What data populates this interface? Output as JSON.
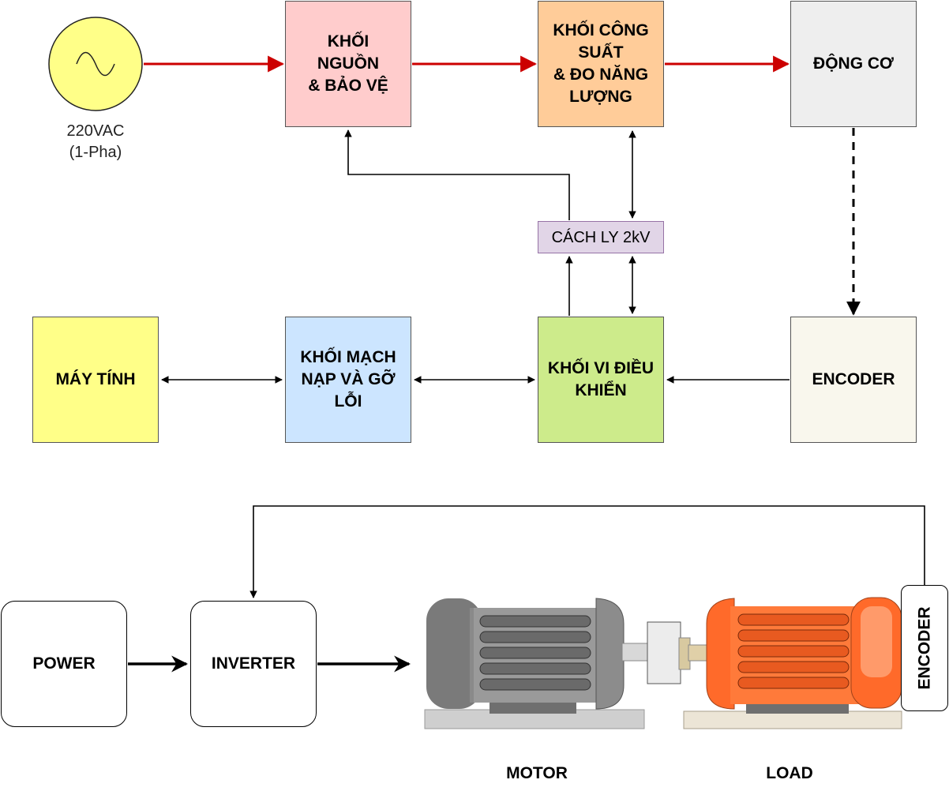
{
  "source": {
    "label": "220VAC\n(1-Pha)",
    "fill": "#ffff88",
    "icon": "ac-sine-icon"
  },
  "blocks": {
    "power_protect": {
      "label": "KHỐI\nNGUỒN\n& BẢO VỆ",
      "fill": "#ffcccc"
    },
    "power_measure": {
      "label": "KHỐI CÔNG\nSUẤT\n& ĐO NĂNG\nLƯỢNG",
      "fill": "#ffcc99"
    },
    "motor": {
      "label": "ĐỘNG CƠ",
      "fill": "#eeeeee"
    },
    "isolation": {
      "label": "CÁCH LY 2kV",
      "fill": "#e1d5e7",
      "border": "#9673a6"
    },
    "computer": {
      "label": "MÁY TÍNH",
      "fill": "#ffff88"
    },
    "programmer": {
      "label": "KHỐI MẠCH\nNẠP VÀ GỠ\nLỖI",
      "fill": "#cce5ff"
    },
    "mcu": {
      "label": "KHỐI VI ĐIỀU\nKHIỂN",
      "fill": "#cdeb8b"
    },
    "encoder": {
      "label": "ENCODER",
      "fill": "#f9f7ed"
    }
  },
  "colors": {
    "power_line": "#cc0000",
    "signal_line": "#000000"
  },
  "bottom": {
    "power": "POWER",
    "inverter": "INVERTER",
    "encoder": "ENCODER",
    "motor_label": "MOTOR",
    "load_label": "LOAD",
    "motor_color": "#8a8a8a",
    "load_color": "#ff6a2a"
  }
}
